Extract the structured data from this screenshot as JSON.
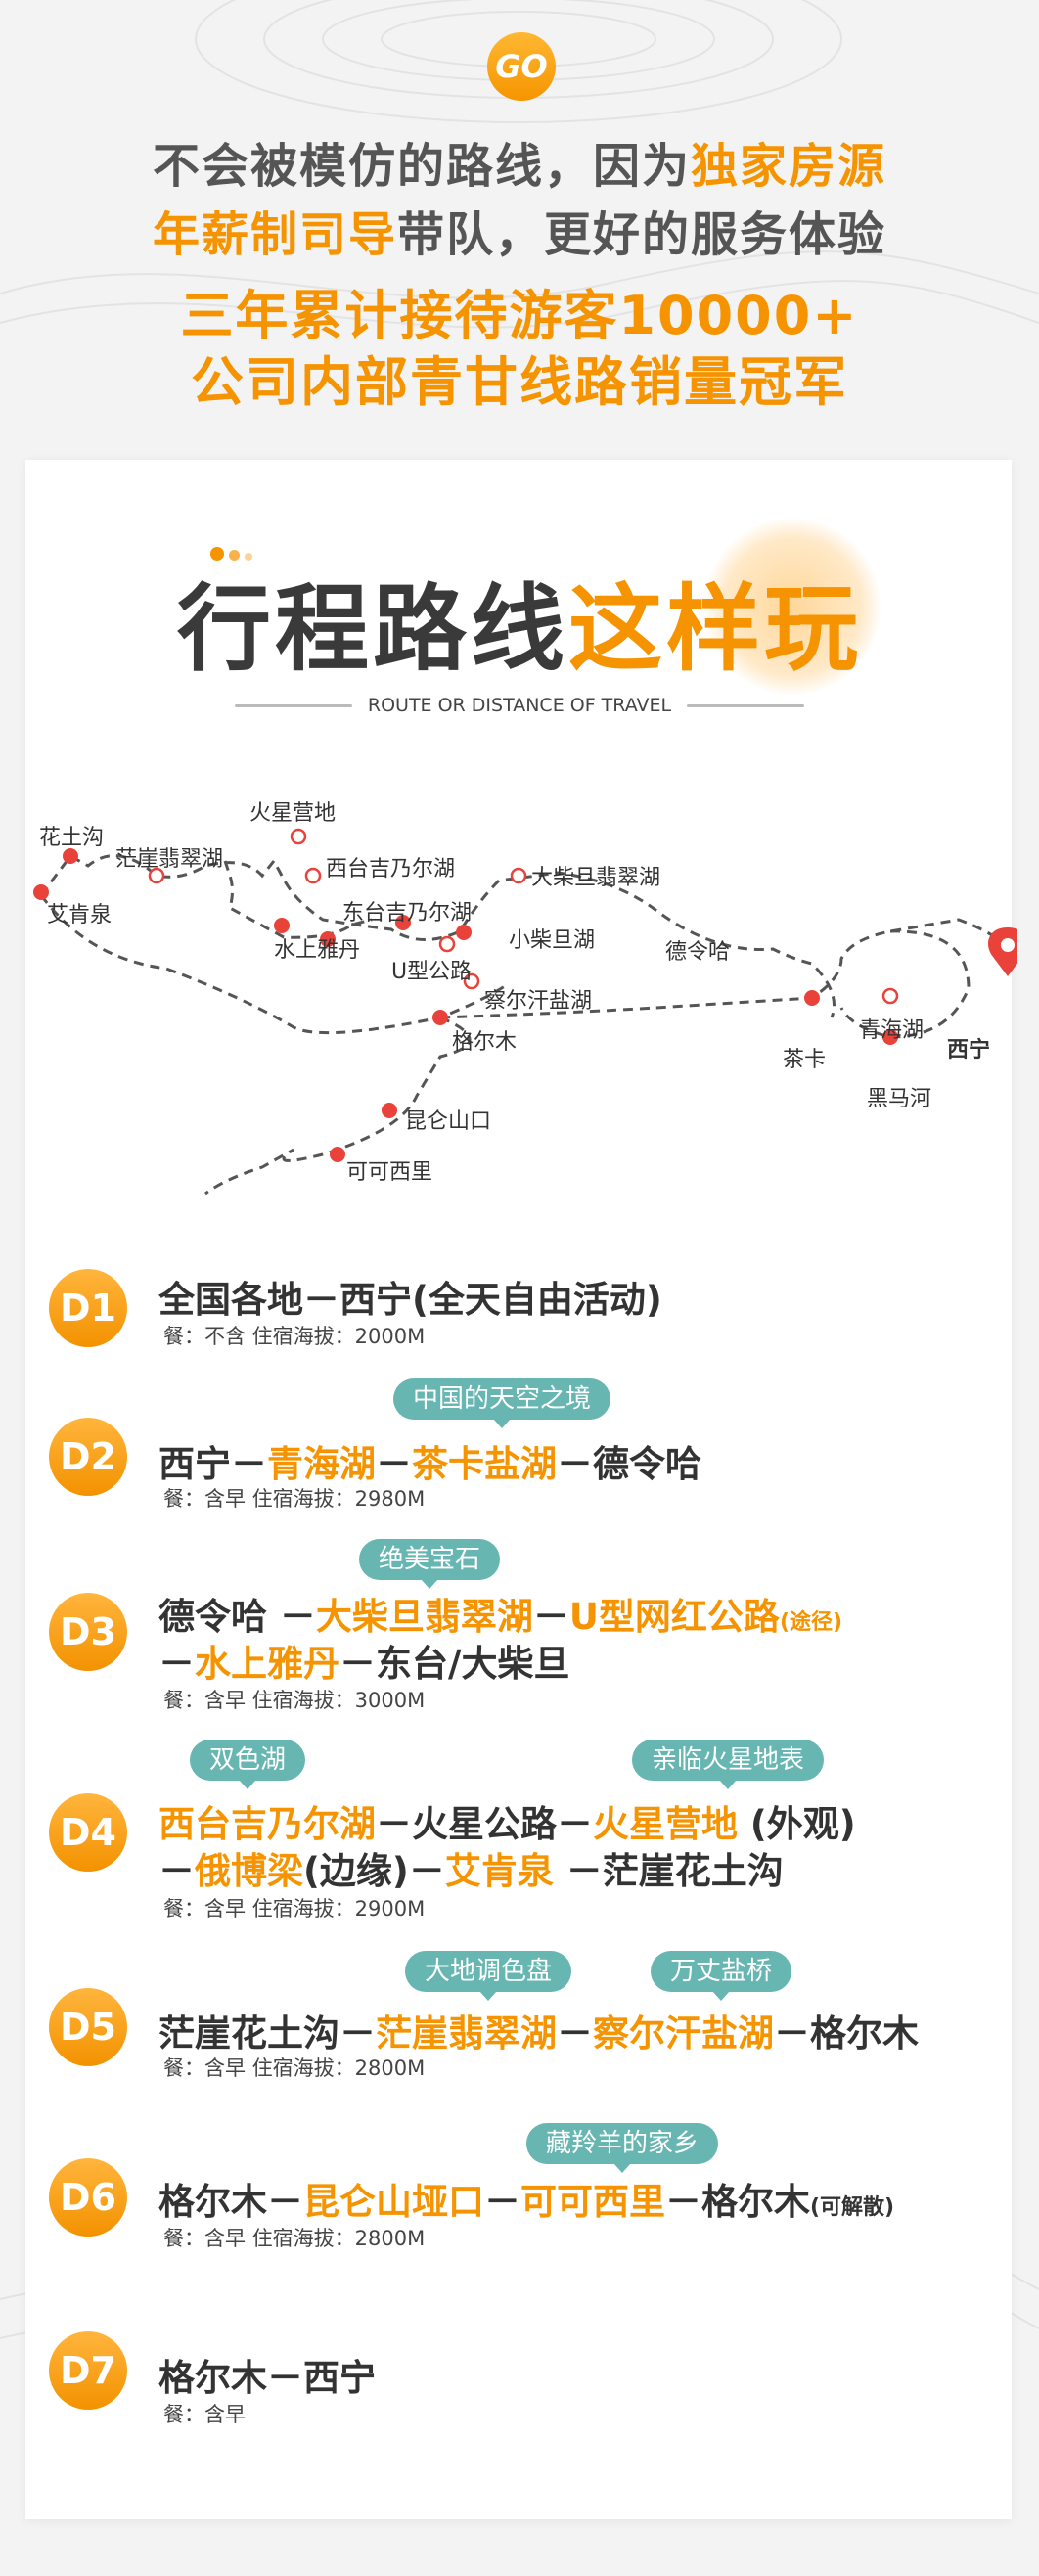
{
  "header": {
    "badge": "GO",
    "line1_plain": "不会被模仿的路线，因为",
    "line1_highlight": "独家房源",
    "line2_highlight": "年薪制司导",
    "line2_plain": "带队，更好的服务体验",
    "line3": "三年累计接待游客10000+",
    "line4": "公司内部青甘线路销量冠军"
  },
  "section": {
    "title_dark": "行程路线",
    "title_orange": "这样玩",
    "subtitle": "ROUTE OR DISTANCE OF TRAVEL"
  },
  "map": {
    "labels": [
      "花土沟",
      "艾肯泉",
      "茫崖翡翠湖",
      "火星营地",
      "西台吉乃尔湖",
      "东台吉乃尔湖",
      "水上雅丹",
      "U型公路",
      "察尔汗盐湖",
      "大柴旦翡翠湖",
      "小柴旦湖",
      "德令哈",
      "格尔木",
      "昆仑山口",
      "可可西里",
      "茶卡",
      "青海湖",
      "黑马河",
      "西宁"
    ]
  },
  "days": [
    {
      "badge": "D1",
      "route": [
        {
          "t": "全国各地－西宁(全天自由活动)",
          "h": false
        }
      ],
      "meta": "餐：不含  住宿海拔：2000M",
      "tags": []
    },
    {
      "badge": "D2",
      "route": [
        {
          "t": "西宁－",
          "h": false
        },
        {
          "t": "青海湖",
          "h": true
        },
        {
          "t": "－",
          "h": false
        },
        {
          "t": "茶卡盐湖",
          "h": true
        },
        {
          "t": "－德令哈",
          "h": false
        }
      ],
      "meta": "餐：含早  住宿海拔：2980M",
      "tags": [
        "中国的天空之境"
      ]
    },
    {
      "badge": "D3",
      "route": [
        {
          "t": "德令哈 －",
          "h": false
        },
        {
          "t": "大柴旦翡翠湖",
          "h": true
        },
        {
          "t": "－",
          "h": false
        },
        {
          "t": "U型网红公路",
          "h": true
        },
        {
          "t": "(途径)",
          "h": true,
          "small": true
        }
      ],
      "route2": [
        {
          "t": "－",
          "h": false
        },
        {
          "t": "水上雅丹",
          "h": true
        },
        {
          "t": "－东台/大柴旦",
          "h": false
        }
      ],
      "meta": "餐：含早  住宿海拔：3000M",
      "tags": [
        "绝美宝石"
      ]
    },
    {
      "badge": "D4",
      "route": [
        {
          "t": "西台吉乃尔湖",
          "h": true
        },
        {
          "t": "－火星公路－",
          "h": false
        },
        {
          "t": "火星营地",
          "h": true
        },
        {
          "t": " (外观)",
          "h": false
        }
      ],
      "route2": [
        {
          "t": "－",
          "h": false
        },
        {
          "t": "俄博梁",
          "h": true
        },
        {
          "t": "(边缘)－",
          "h": false
        },
        {
          "t": "艾肯泉",
          "h": true
        },
        {
          "t": " －茫崖花土沟",
          "h": false
        }
      ],
      "meta": "餐：含早  住宿海拔：2900M",
      "tags": [
        "双色湖",
        "亲临火星地表"
      ]
    },
    {
      "badge": "D5",
      "route": [
        {
          "t": "茫崖花土沟－",
          "h": false
        },
        {
          "t": "茫崖翡翠湖",
          "h": true
        },
        {
          "t": "－",
          "h": false
        },
        {
          "t": "察尔汗盐湖",
          "h": true
        },
        {
          "t": "－格尔木",
          "h": false
        }
      ],
      "meta": "餐：含早  住宿海拔：2800M",
      "tags": [
        "大地调色盘",
        "万丈盐桥"
      ]
    },
    {
      "badge": "D6",
      "route": [
        {
          "t": "格尔木－",
          "h": false
        },
        {
          "t": "昆仑山垭口",
          "h": true
        },
        {
          "t": "－",
          "h": false
        },
        {
          "t": "可可西里",
          "h": true
        },
        {
          "t": "－格尔木",
          "h": false
        },
        {
          "t": "(可解散)",
          "h": false,
          "small": true
        }
      ],
      "meta": "餐：含早  住宿海拔：2800M",
      "tags": [
        "藏羚羊的家乡"
      ]
    },
    {
      "badge": "D7",
      "route": [
        {
          "t": "格尔木－西宁",
          "h": false
        }
      ],
      "meta": "餐：含早",
      "tags": []
    }
  ],
  "colors": {
    "accent": "#f59400",
    "tag": "#67b6b2",
    "pin": "#e8423a",
    "text": "#333333"
  }
}
